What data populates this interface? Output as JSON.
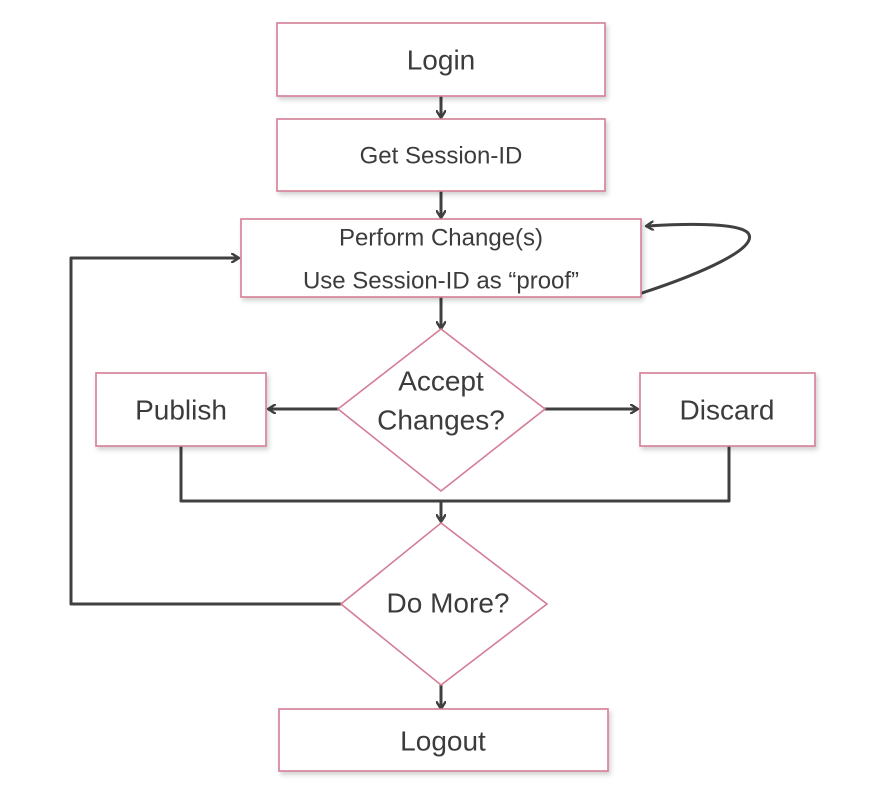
{
  "diagram": {
    "nodes": {
      "login": {
        "label": "Login",
        "shape": "rectangle"
      },
      "get_session": {
        "label": "Get Session-ID",
        "shape": "rectangle"
      },
      "perform": {
        "line1": "Perform Change(s)",
        "line2": "Use Session-ID as “proof”",
        "shape": "rectangle"
      },
      "accept": {
        "line1": "Accept",
        "line2": "Changes?",
        "shape": "diamond"
      },
      "publish": {
        "label": "Publish",
        "shape": "rectangle"
      },
      "discard": {
        "label": "Discard",
        "shape": "rectangle"
      },
      "do_more": {
        "label": "Do More?",
        "shape": "diamond"
      },
      "logout": {
        "label": "Logout",
        "shape": "rectangle"
      }
    },
    "edges": [
      {
        "from": "login",
        "to": "get_session"
      },
      {
        "from": "get_session",
        "to": "perform"
      },
      {
        "from": "perform",
        "to": "perform",
        "kind": "self-loop"
      },
      {
        "from": "perform",
        "to": "accept"
      },
      {
        "from": "accept",
        "to": "publish"
      },
      {
        "from": "accept",
        "to": "discard"
      },
      {
        "from": "publish",
        "to": "do_more"
      },
      {
        "from": "discard",
        "to": "do_more"
      },
      {
        "from": "do_more",
        "to": "perform",
        "kind": "loop-back"
      },
      {
        "from": "do_more",
        "to": "logout"
      }
    ],
    "colors": {
      "node_border": "#d47d95",
      "connector": "#404040",
      "text": "#3c3c3c",
      "background": "#ffffff"
    }
  }
}
